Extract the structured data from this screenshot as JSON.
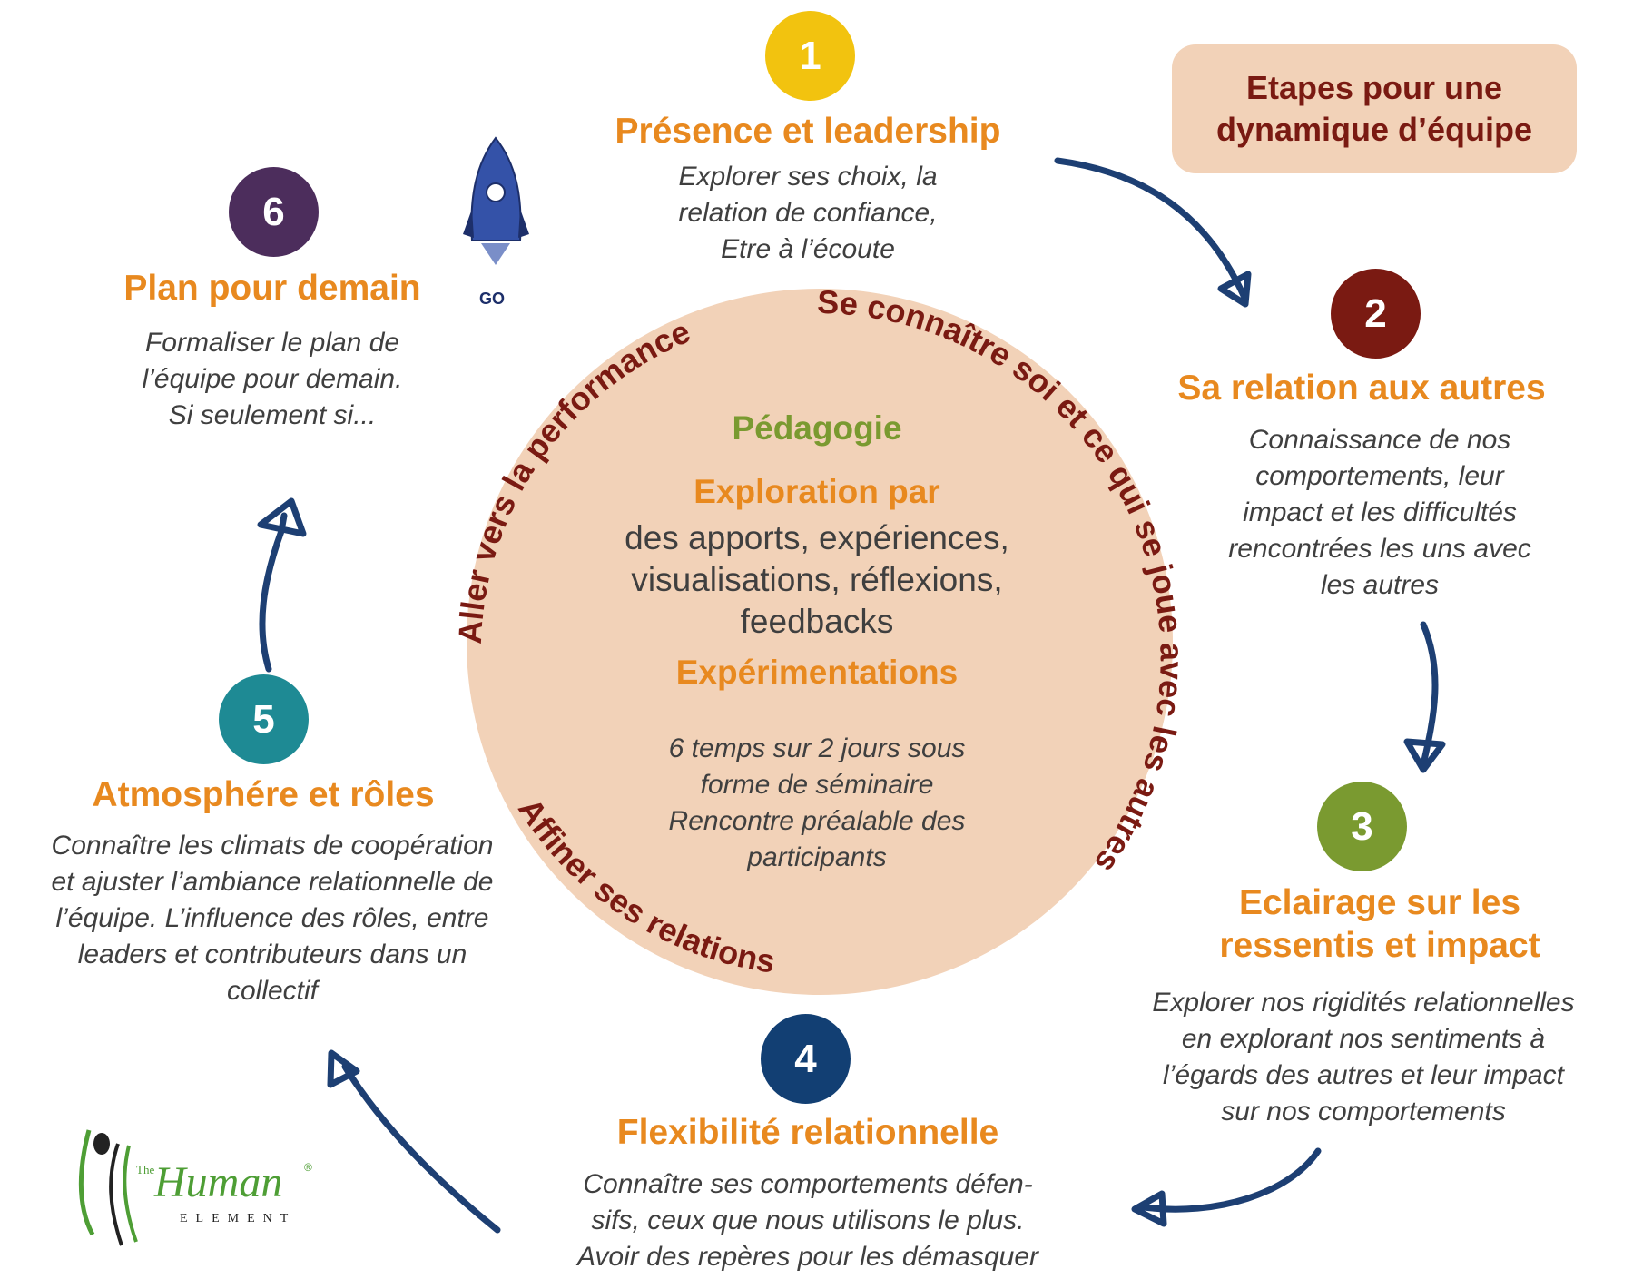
{
  "legend": {
    "line1": "Etapes pour une",
    "line2": "dynamique d’équipe"
  },
  "circle": {
    "title": "Pédagogie",
    "subtitle": "Exploration par",
    "body_lines": [
      "des apports, expériences,",
      "visualisations, réflexions,",
      "feedbacks"
    ],
    "experiments_title": "Expérimentations",
    "note_lines": [
      "6 temps sur 2 jours sous",
      "forme de séminaire",
      "Rencontre préalable des",
      "participants"
    ],
    "arc_labels": {
      "right": "Se connaître soi et ce qui se joue avec les autres",
      "left": "Aller vers la performance",
      "bottom": "Affiner ses relations"
    }
  },
  "steps": [
    {
      "number": "1",
      "color": "#F2C30F",
      "title": "Présence et leadership",
      "lines": [
        "Explorer ses choix, la",
        "relation de confiance,",
        "Etre à l’écoute"
      ]
    },
    {
      "number": "2",
      "color": "#7A1A12",
      "title": "Sa relation aux autres",
      "lines": [
        "Connaissance de nos",
        "comportements, leur",
        "impact et les difficultés",
        "rencontrées les uns avec",
        "les autres"
      ]
    },
    {
      "number": "3",
      "color": "#7A9A30",
      "title_lines": [
        "Eclairage  sur les",
        "ressentis et impact"
      ],
      "lines": [
        "Explorer nos rigidités relationnelles",
        "en explorant nos sentiments à",
        "l’égards des autres et leur impact",
        "sur nos comportements"
      ]
    },
    {
      "number": "4",
      "color": "#123F73",
      "title": "Flexibilité relationnelle",
      "lines": [
        "Connaître ses comportements défen-",
        "sifs, ceux que nous utilisons le plus.",
        "Avoir des repères pour les démasquer"
      ]
    },
    {
      "number": "5",
      "color": "#1E8A94",
      "title": "Atmosphére et rôles",
      "lines": [
        "Connaître les climats de coopération",
        "et ajuster l’ambiance relationnelle de",
        "l’équipe. L’influence des rôles, entre",
        "leaders et contributeurs dans un",
        "collectif"
      ]
    },
    {
      "number": "6",
      "color": "#4C2D5C",
      "title": "Plan pour demain",
      "lines": [
        "Formaliser le plan de",
        "l’équipe pour demain.",
        "Si seulement si..."
      ]
    }
  ],
  "rocket": {
    "label": "GO",
    "icon": "rocket-icon"
  },
  "logo": {
    "small": "The",
    "main": "Human",
    "sub": "ELEMENT",
    "mark": "®"
  },
  "colors": {
    "orange": "#E8891F",
    "circle_fill": "#F2D2B8",
    "arrow": "#1D3F73",
    "dark_red": "#7A1A12"
  }
}
